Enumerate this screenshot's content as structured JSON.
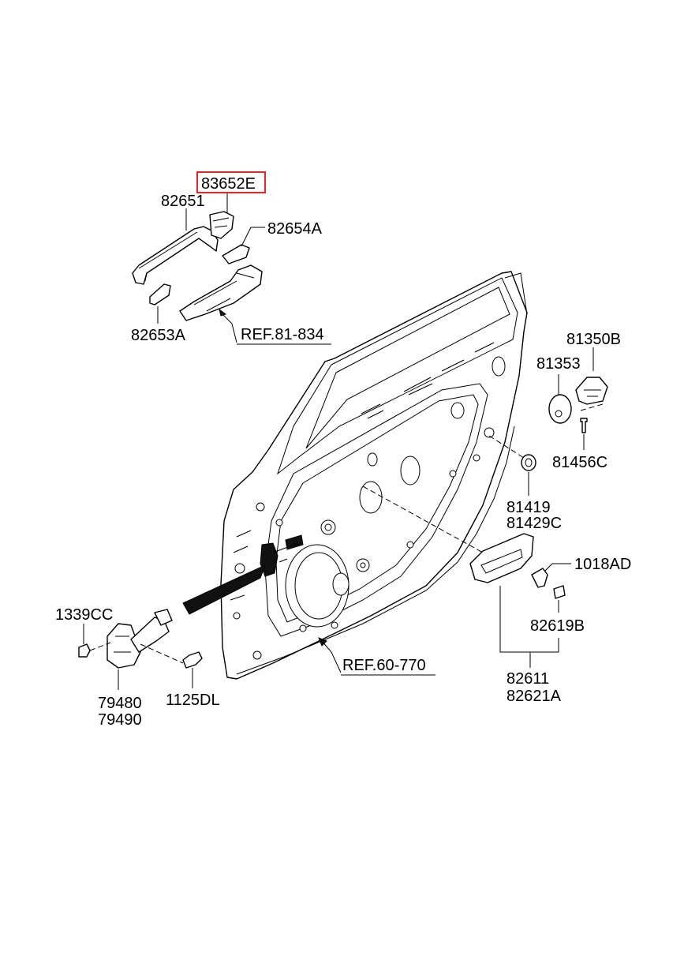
{
  "labels": {
    "highlighted": "83652E",
    "p82651": "82651",
    "p82654A": "82654A",
    "p82653A": "82653A",
    "ref81834": "REF.81-834",
    "p81350B": "81350B",
    "p81353": "81353",
    "p81456C": "81456C",
    "p81419": "81419",
    "p81429C": "81429C",
    "p1018AD": "1018AD",
    "p82619B": "82619B",
    "p82611": "82611",
    "p82621A": "82621A",
    "ref60770": "REF.60-770",
    "p1339CC": "1339CC",
    "p79480": "79480",
    "p79490": "79490",
    "p1125DL": "1125DL"
  },
  "colors": {
    "highlight_box": "#e8242a",
    "line": "#000000",
    "background": "#ffffff"
  }
}
